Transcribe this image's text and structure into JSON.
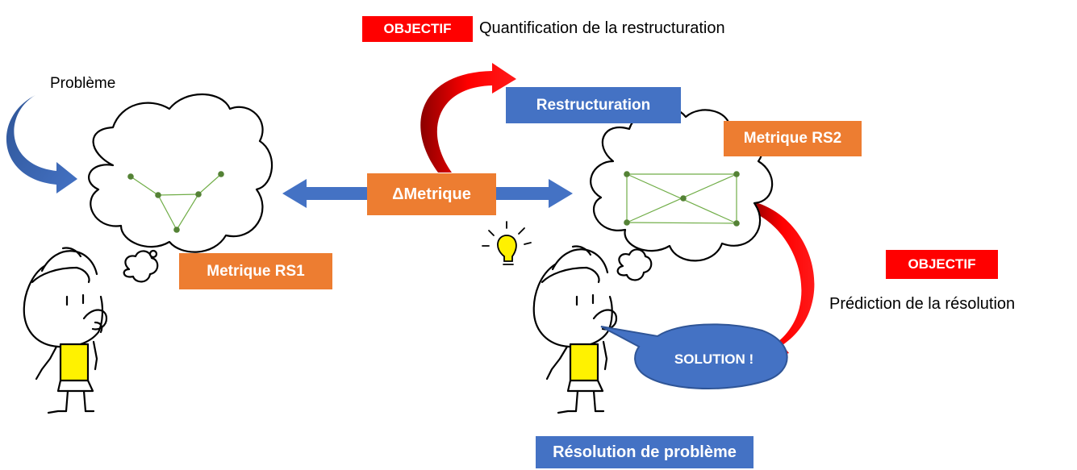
{
  "objective_top": {
    "badge": "OBJECTIF",
    "text": "Quantification de la restructuration"
  },
  "objective_right": {
    "badge": "OBJECTIF",
    "text": "Prédiction de la résolution"
  },
  "probleme_label": "Problème",
  "restructuration_label": "Restructuration",
  "delta_metric_label": "ΔMetrique",
  "metric_rs1_label": "Metrique RS1",
  "metric_rs2_label": "Metrique RS2",
  "solution_label": "SOLUTION !",
  "resolution_label": "Résolution de problème",
  "colors": {
    "orange": "#ED7D31",
    "blue": "#4472C4",
    "red": "#FF0000",
    "graph_green": "#70AD47",
    "node_green": "#548235",
    "shirt_yellow": "#FFF200",
    "bulb_yellow": "#FFF100"
  },
  "icons": [
    "thought-cloud-icon",
    "stick-figure-icon",
    "lightbulb-icon",
    "curved-arrow-icon",
    "double-arrow-icon",
    "speech-bubble-icon"
  ]
}
